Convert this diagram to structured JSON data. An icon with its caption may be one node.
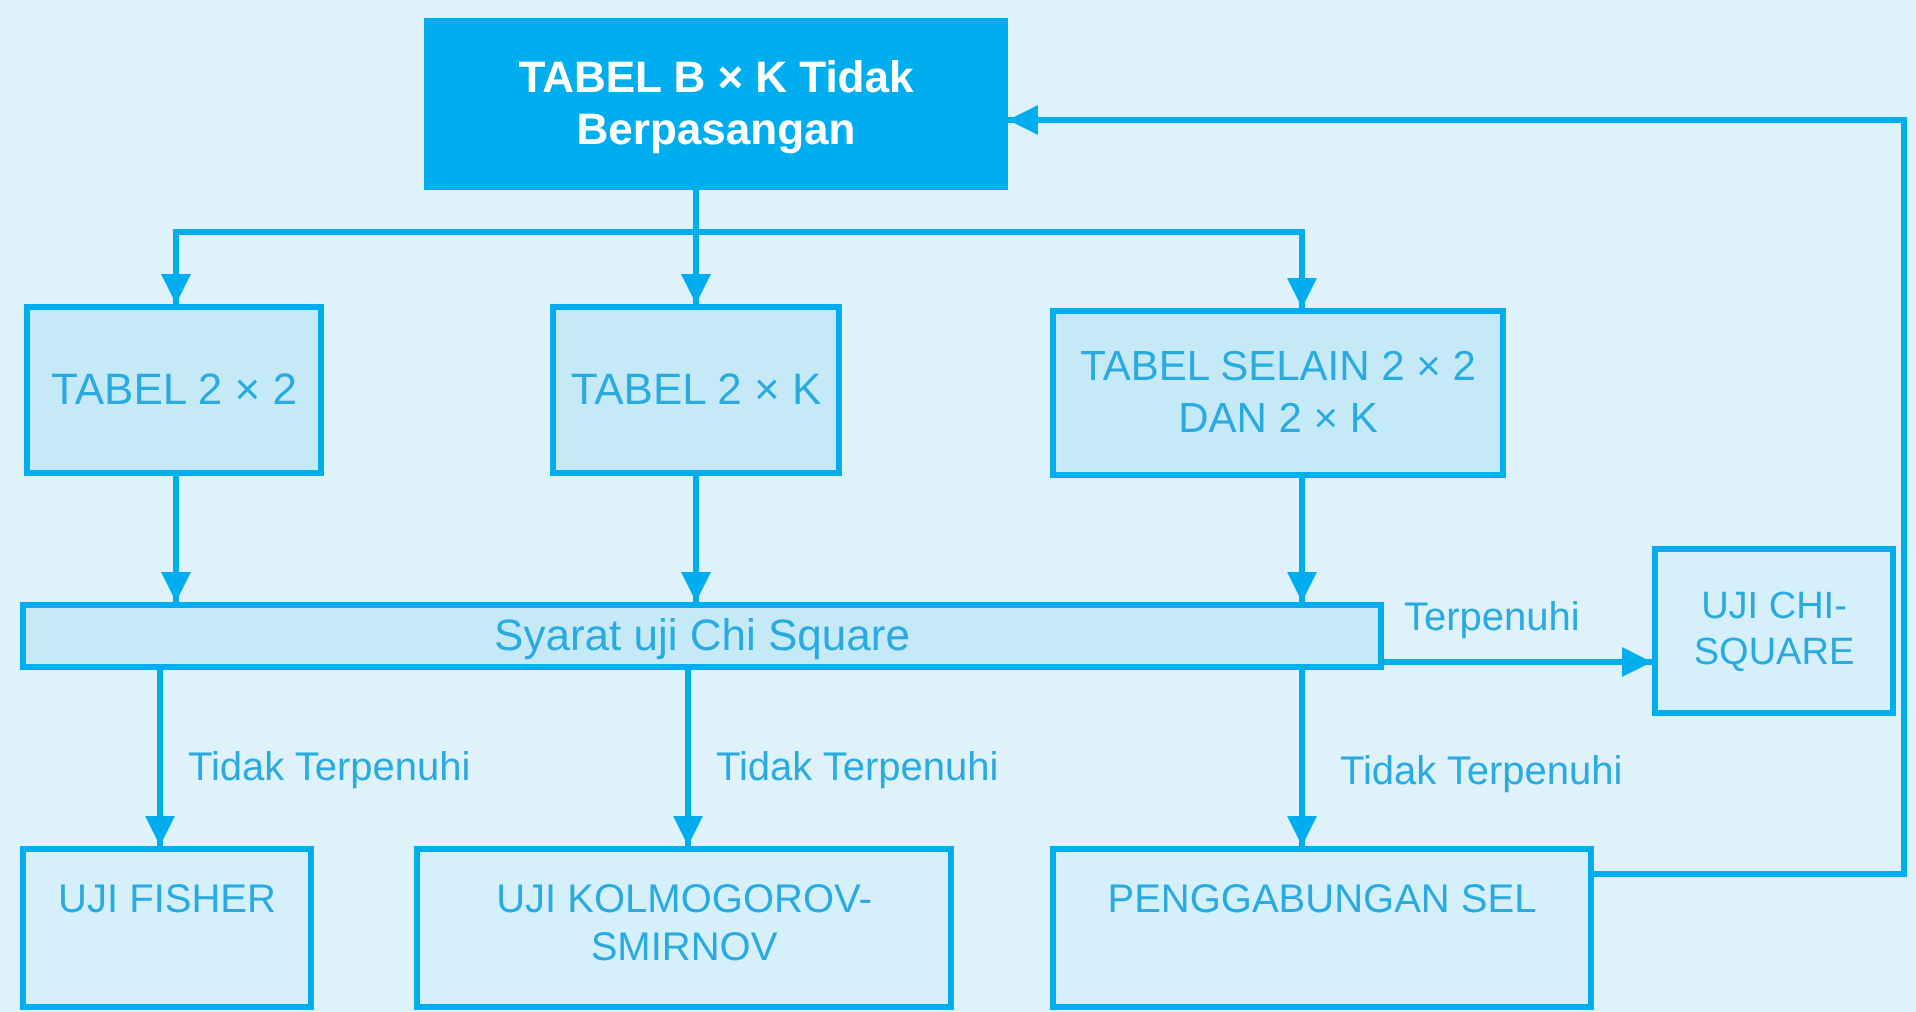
{
  "diagram": {
    "nodes": [
      {
        "text": [
          "TABEL B × K Tidak Berpasangan"
        ]
      },
      {
        "text": [
          "TABEL 2 × 2"
        ]
      },
      {
        "text": [
          "TABEL 2 × K"
        ]
      },
      {
        "text": [
          "TABEL SELAIN 2 × 2 DAN 2 × K"
        ]
      },
      {
        "text": [
          "Syarat uji Chi Square"
        ]
      },
      {
        "text": [
          "UJI CHI-SQUARE"
        ]
      },
      {
        "text": [
          "UJI FISHER"
        ]
      },
      {
        "text": [
          "UJI KOLMOGOROV-SMIRNOV"
        ]
      },
      {
        "text": [
          "PENGGABUNGAN SEL"
        ]
      }
    ],
    "edges": [
      {
        "from": 0,
        "to": 1,
        "arrow": "to"
      },
      {
        "from": 0,
        "to": 2,
        "arrow": "to"
      },
      {
        "from": 0,
        "to": 3,
        "arrow": "to"
      },
      {
        "from": 1,
        "to": 4,
        "arrow": "to"
      },
      {
        "from": 2,
        "to": 4,
        "arrow": "to"
      },
      {
        "from": 3,
        "to": 4,
        "arrow": "to"
      },
      {
        "from": 4,
        "to": 5,
        "arrow": "to",
        "label": "Terpenuhi"
      },
      {
        "from": 4,
        "to": 6,
        "arrow": "to",
        "label": "Tidak Terpenuhi"
      },
      {
        "from": 4,
        "to": 7,
        "arrow": "to",
        "label": "Tidak Terpenuhi"
      },
      {
        "from": 4,
        "to": 8,
        "arrow": "to",
        "label": "Tidak Terpenuhi"
      },
      {
        "from": 8,
        "to": 0,
        "arrow": "to"
      }
    ]
  }
}
